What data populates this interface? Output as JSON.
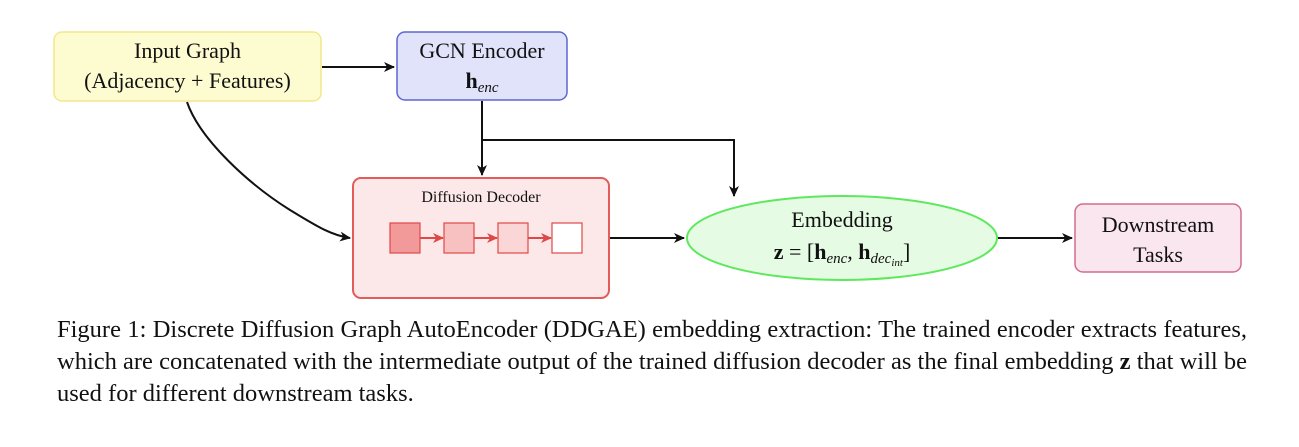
{
  "nodes": {
    "input_graph": {
      "line1": "Input Graph",
      "line2": "(Adjacency + Features)",
      "fill": "#fdfbd0",
      "stroke": "#f2e88a"
    },
    "gcn_encoder": {
      "line1": "GCN Encoder",
      "var_main": "h",
      "var_sub": "enc",
      "fill": "#e1e3fb",
      "stroke": "#5e67cf"
    },
    "diffusion_decoder": {
      "title": "Diffusion Decoder",
      "fill": "#fce8e8",
      "stroke": "#e25c5c",
      "steps": [
        {
          "fill": "#f29a9a"
        },
        {
          "fill": "#f7c1c1"
        },
        {
          "fill": "#fad6d6"
        },
        {
          "fill": "#ffffff"
        }
      ]
    },
    "embedding": {
      "label": "Embedding",
      "formula": {
        "lhs": "z",
        "eq": " = [",
        "h1": "h",
        "s1": "enc",
        "comma": ", ",
        "h2": "h",
        "s2": "dec",
        "s2sub": "int",
        "close": "]"
      },
      "fill": "#e6fbe3",
      "stroke": "#5ee85e"
    },
    "downstream": {
      "line1": "Downstream",
      "line2": "Tasks",
      "fill": "#fae6ee",
      "stroke": "#d26b8d"
    }
  },
  "caption": {
    "part1": "Figure 1: Discrete Diffusion Graph AutoEncoder (DDGAE) embedding extraction: The trained encoder extracts features, which are concatenated with the intermediate output of the trained diffusion decoder as the final embedding ",
    "z": "z",
    "part2": " that will be used for different downstream tasks."
  }
}
